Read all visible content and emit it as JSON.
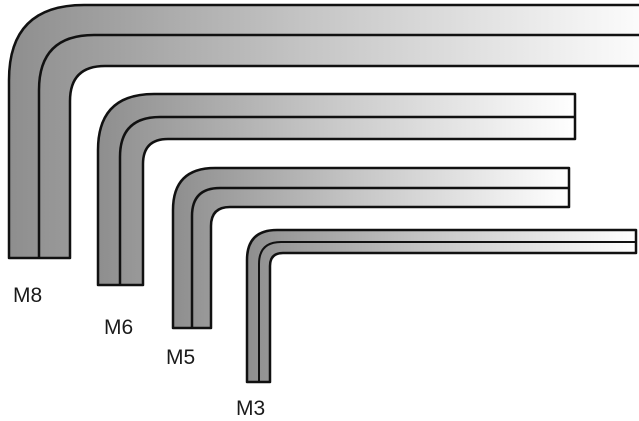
{
  "diagram": {
    "colors": {
      "background": "#ffffff",
      "outline": "#111111",
      "metal_dark": "#8c8c8c",
      "metal_mid": "#c4c4c4",
      "metal_light": "#ffffff",
      "label": "#1a1a1a"
    },
    "keys": [
      {
        "id": "m8",
        "label": "M8"
      },
      {
        "id": "m6",
        "label": "M6"
      },
      {
        "id": "m5",
        "label": "M5"
      },
      {
        "id": "m3",
        "label": "M3"
      }
    ]
  }
}
